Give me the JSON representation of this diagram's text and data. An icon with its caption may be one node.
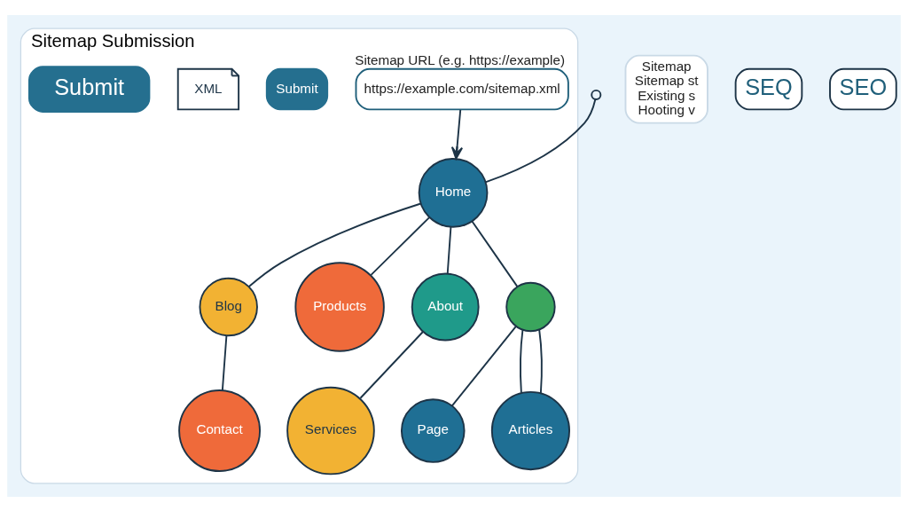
{
  "diagram": {
    "nodes": [
      {
        "text": [
          "Sitemap Submission"
        ]
      },
      {
        "text": [
          "https://example.com/sitemap.xml"
        ],
        "beside": [
          "Sitemap URL (e.g. https://example)"
        ],
        "in": 0
      },
      {
        "text": [
          "Submit"
        ],
        "in": 0
      },
      {
        "text": [
          "XML"
        ],
        "in": 0
      },
      {
        "text": [
          "Home"
        ],
        "in": 0
      },
      {
        "text": [
          "Blog"
        ],
        "in": 0
      },
      {
        "text": [
          "Contact"
        ],
        "in": 0
      },
      {
        "text": [
          "Products"
        ],
        "in": 0
      },
      {
        "text": [
          "About"
        ],
        "in": 0
      },
      {
        "text": [],
        "shape": "circle",
        "in": 0
      },
      {
        "text": [
          "Page"
        ],
        "in": 0
      },
      {
        "text": [
          "Services"
        ],
        "in": 0
      },
      {
        "text": [
          "Articles"
        ],
        "in": 0
      },
      {
        "text": [
          "Submit"
        ],
        "in": 0
      },
      {
        "text": [
          "Sitemap",
          "Sitemap st",
          "Existing s",
          "Hooting v"
        ]
      },
      {
        "text": [
          "SEQ"
        ]
      },
      {
        "text": [
          "SEO"
        ]
      }
    ],
    "edges": [
      {
        "from": null,
        "to": 4,
        "arrow": "other"
      },
      {
        "from": 1,
        "to": 4,
        "arrow": "to"
      },
      {
        "from": 4,
        "to": 5,
        "arrow": "none"
      },
      {
        "from": 5,
        "to": 6,
        "arrow": "none"
      },
      {
        "from": 4,
        "to": 7,
        "arrow": "none"
      },
      {
        "from": 4,
        "to": 8,
        "arrow": "none"
      },
      {
        "from": 4,
        "to": 9,
        "arrow": "none"
      },
      {
        "from": 8,
        "to": 11,
        "arrow": "none"
      },
      {
        "from": 9,
        "to": 10,
        "arrow": "none"
      },
      {
        "from": 9,
        "to": 12,
        "arrow": "none"
      },
      {
        "from": 9,
        "to": 12,
        "arrow": "none"
      }
    ]
  }
}
